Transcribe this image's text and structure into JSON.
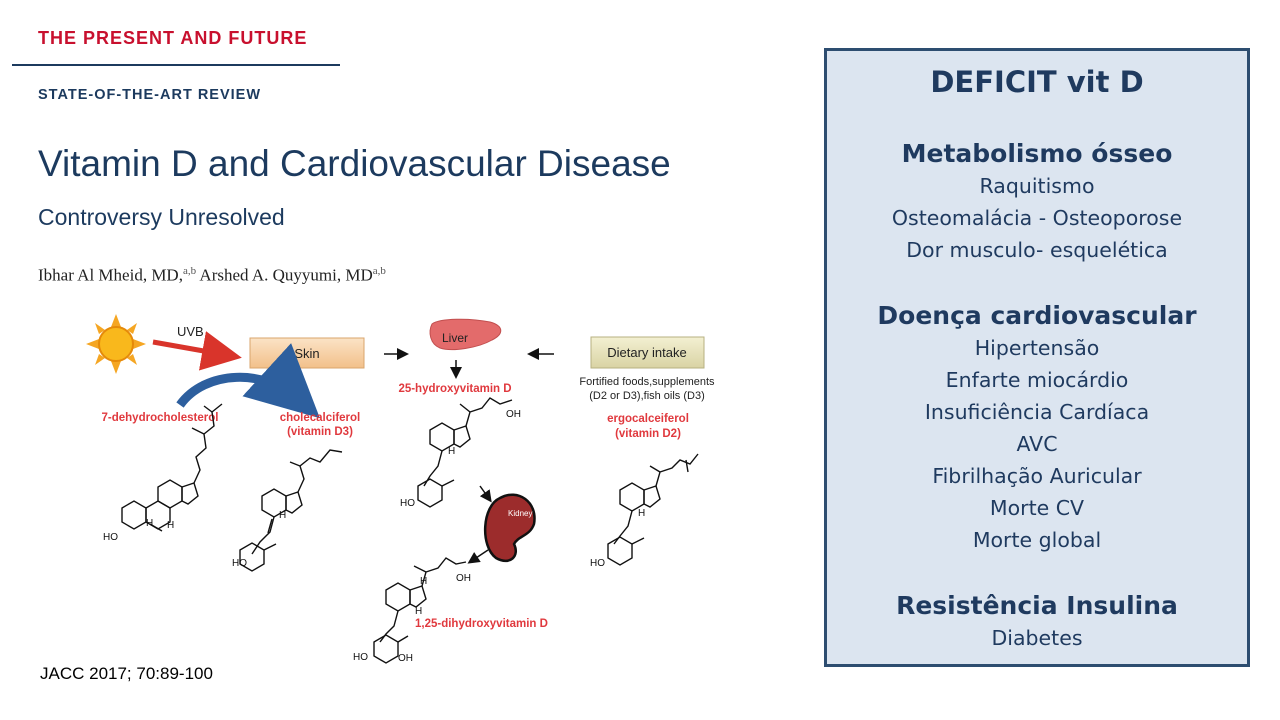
{
  "header": {
    "kicker": "THE PRESENT AND FUTURE",
    "section": "STATE-OF-THE-ART REVIEW",
    "title": "Vitamin D and Cardiovascular Disease",
    "subtitle": "Controversy Unresolved",
    "authors": [
      {
        "name": "Ibhar Al Mheid, MD,",
        "affil": "a,b"
      },
      {
        "name": "Arshed A. Quyyumi, MD",
        "affil": "a,b"
      }
    ]
  },
  "diagram": {
    "uvb": "UVB",
    "skin": "Skin",
    "liver": "Liver",
    "dietary": "Dietary intake",
    "fortified_1": "Fortified foods,supplements",
    "fortified_2": "(D2 or D3),fish oils (D3)",
    "dehydro": "7-dehydrocholesterol",
    "chole_1": "cholecalciferol",
    "chole_2": "(vitamin D3)",
    "ergo_1": "ergocalceiferol",
    "ergo_2": "(vitamin D2)",
    "hydroxy25": "25-hydroxyvitamin D",
    "kidney": "Kidney",
    "dihydroxy": "1,25-dihydroxyvitamin D",
    "ho": "HO",
    "oh": "OH",
    "h": "H"
  },
  "citation": "JACC 2017; 70:89-100",
  "panel": {
    "title": "DEFICIT vit D",
    "groups": [
      {
        "heading": "Metabolismo ósseo",
        "items": [
          "Raquitismo",
          "Osteomalácia - Osteoporose",
          "Dor musculo- esquelética"
        ]
      },
      {
        "heading": "Doença cardiovascular",
        "items": [
          "Hipertensão",
          "Enfarte miocárdio",
          "Insuficiência Cardíaca",
          "AVC",
          "Fibrilhação Auricular",
          "Morte CV",
          "Morte global"
        ]
      },
      {
        "heading": "Resistência Insulina",
        "items": [
          "Diabetes"
        ]
      }
    ]
  },
  "colors": {
    "accent_red": "#c8102e",
    "navy": "#1c3a5e",
    "panel_bg": "#dce5f0",
    "panel_border": "#2d4d70",
    "label_red": "#e0393e"
  }
}
